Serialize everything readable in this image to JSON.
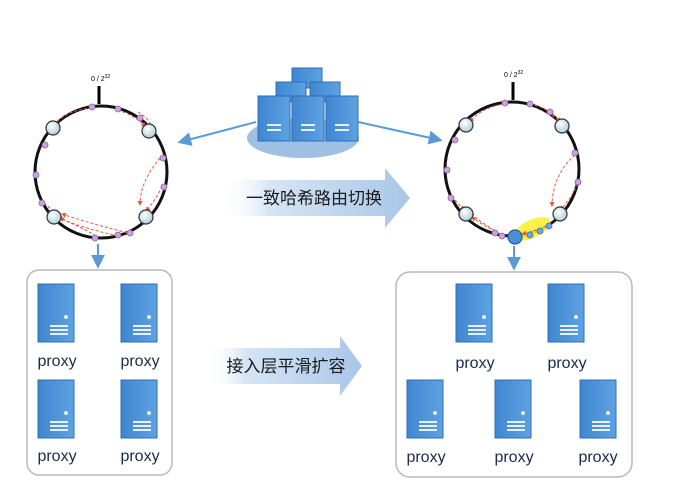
{
  "ring_left": {
    "label_main": "0 / 2",
    "label_sup": "32"
  },
  "ring_right": {
    "label_main": "0 / 2",
    "label_sup": "32"
  },
  "switch_label": "一致哈希路由切换",
  "scale_label": "接入层平滑扩容",
  "proxy_label": "proxy",
  "left_group": {
    "proxies": [
      "proxy",
      "proxy",
      "proxy",
      "proxy"
    ]
  },
  "right_group": {
    "proxies": [
      "proxy",
      "proxy",
      "proxy",
      "proxy",
      "proxy"
    ]
  },
  "colors": {
    "server_blue": "#4a8fd6",
    "arrow_blue": "#5b9bd5",
    "banner_blue": "#bcd3ec",
    "route_red": "#e05a3c",
    "vnode_purple": "#c9a4dc",
    "highlight_yellow": "#ffee33",
    "box_border": "#b8b8b8"
  },
  "icons": [
    "server-cluster-icon",
    "server-icon",
    "hash-ring-icon",
    "arrow-icon"
  ]
}
